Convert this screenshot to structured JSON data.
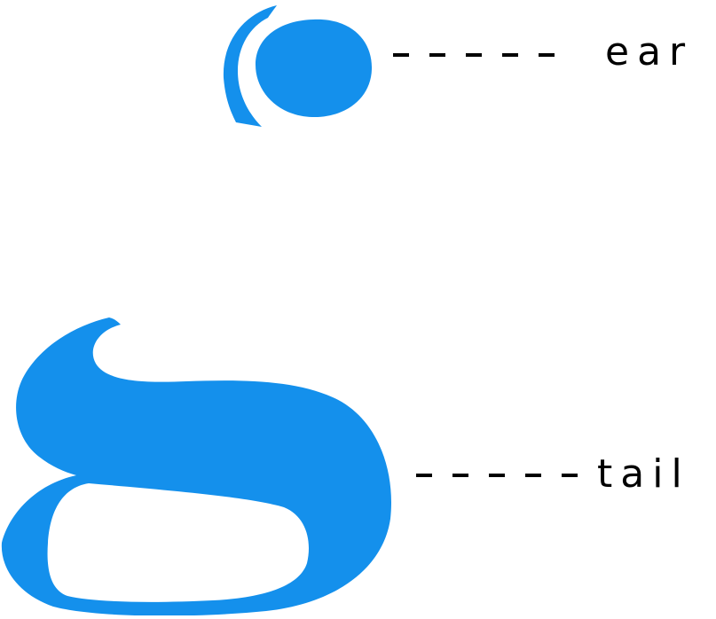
{
  "diagram": {
    "labels": {
      "ear": "ear",
      "tail": "tail"
    },
    "colors": {
      "glyph": "#1490EC",
      "text": "#000000",
      "background": "#FFFFFF"
    },
    "parts": [
      {
        "name": "ear",
        "description_visible": false
      },
      {
        "name": "tail",
        "description_visible": false
      }
    ]
  }
}
